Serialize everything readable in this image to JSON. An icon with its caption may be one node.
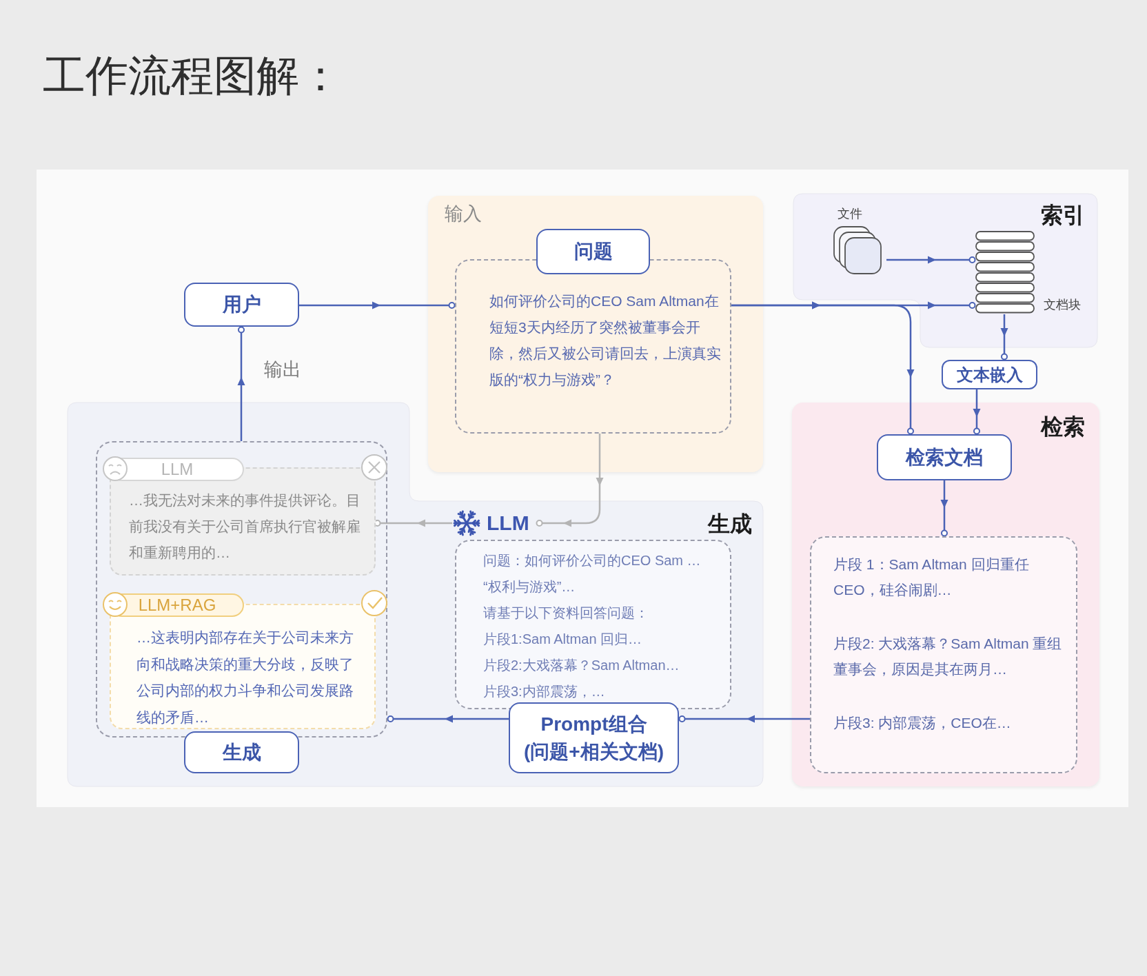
{
  "diagram": {
    "title": "工作流程图解：",
    "nodes": [
      {
        "text": [
          "用户"
        ]
      },
      {
        "text": [
          "输入"
        ]
      },
      {
        "text": [
          "问题"
        ],
        "in": 1
      },
      {
        "text": [
          "如何评价公司的CEO Sam Altman在短短3天内经历了突然被董事会开除，然后又被公司请回去，上演真实版的“权力与游戏”？"
        ],
        "in": 1
      },
      {
        "text": [
          "索引"
        ]
      },
      {
        "text": [
          "文件"
        ],
        "in": 4
      },
      {
        "text": [
          "文档块"
        ],
        "in": 4
      },
      {
        "text": [
          "文本嵌入"
        ]
      },
      {
        "text": [
          "检索"
        ]
      },
      {
        "text": [
          "检索文档"
        ],
        "in": 8
      },
      {
        "text": [
          "片段 1：Sam Altman 回归重任CEO，硅谷闹剧…",
          "片段2: 大戏落幕？Sam Altman 重组董事会，原因是其在两月…",
          "片段3: 内部震荡，CEO在…"
        ],
        "in": 8
      },
      {
        "text": [
          "生成"
        ]
      },
      {
        "text": [],
        "shape": "box",
        "in": 11
      },
      {
        "text": [
          "LLM",
          "…我无法对未来的事件提供评论。目前我没有关于公司首席执行官被解雇和重新聘用的…"
        ],
        "in": 12
      },
      {
        "text": [
          "LLM+RAG",
          "…这表明内部存在关于公司未来方向和战略决策的重大分歧，反映了公司内部的权力斗争和公司发展路线的矛盾…"
        ],
        "in": 12
      },
      {
        "text": [
          "生成"
        ],
        "in": 11
      },
      {
        "text": [
          "LLM"
        ],
        "in": 11
      },
      {
        "text": [
          "问题：如何评价公司的CEO Sam … “权利与游戏”…",
          "请基于以下资料回答问题：",
          "片段1:Sam Altman 回归…",
          "片段2:大戏落幕？Sam Altman…",
          "片段3:内部震荡，…"
        ],
        "in": 11
      },
      {
        "text": [
          "Prompt组合",
          "(问题+相关文档)"
        ],
        "in": 11
      }
    ],
    "edges": [
      {
        "from": 0,
        "to": 3,
        "arrow": "to"
      },
      {
        "from": 3,
        "to": 6,
        "arrow": "to"
      },
      {
        "from": 3,
        "to": 9,
        "arrow": "to"
      },
      {
        "from": 5,
        "to": 6,
        "arrow": "to"
      },
      {
        "from": 6,
        "to": 7,
        "arrow": "to"
      },
      {
        "from": 7,
        "to": 9,
        "arrow": "to"
      },
      {
        "from": 9,
        "to": 10,
        "arrow": "to"
      },
      {
        "from": 10,
        "to": 18,
        "arrow": "to"
      },
      {
        "from": 18,
        "to": 12,
        "arrow": "to"
      },
      {
        "from": 3,
        "to": 16,
        "arrow": "to",
        "color": "#b4b4b4"
      },
      {
        "from": 16,
        "to": 13,
        "arrow": "to",
        "color": "#b4b4b4"
      },
      {
        "from": 12,
        "to": 0,
        "arrow": "to",
        "label": "输出"
      }
    ]
  }
}
